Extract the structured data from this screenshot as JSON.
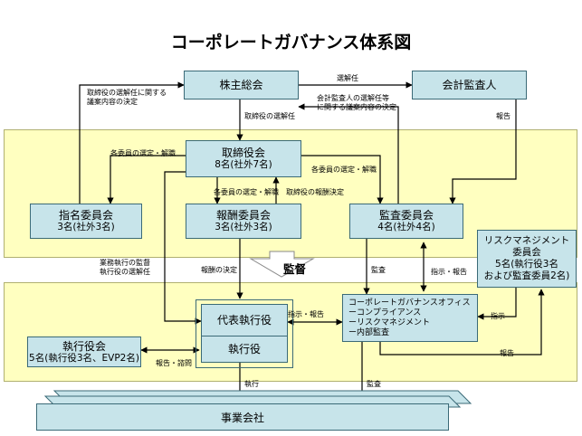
{
  "title": "コーポレートガバナンス体系図",
  "boxes": {
    "shareholders": "株主総会",
    "auditor": "会計監査人",
    "board": {
      "name": "取締役会",
      "detail": "8名(社外7名)"
    },
    "nomination": {
      "name": "指名委員会",
      "detail": "3名(社外3名)"
    },
    "compensation": {
      "name": "報酬委員会",
      "detail": "3名(社外3名)"
    },
    "audit": {
      "name": "監査委員会",
      "detail": "4名(社外4名)"
    },
    "risk": {
      "name1": "リスクマネジメント",
      "name2": "委員会",
      "detail1": "5名(執行役3名",
      "detail2": "および監査委員2名)"
    },
    "ceo": "代表執行役",
    "officers": "執行役",
    "exec_committee": {
      "name": "執行役会",
      "detail": "5名(執行役3名、EVP2名)"
    },
    "office": {
      "name": "コーポレートガバナンスオフィス",
      "items": [
        "ーコンプライアンス",
        "ーリスクマネジメント",
        "ー内部監査"
      ]
    },
    "business": "事業会社"
  },
  "labels": {
    "director_election_proposal1": "取締役の選解任に関する",
    "director_election_proposal2": "議案内容の決定",
    "auditor_appointment": "選解任",
    "auditor_proposal1": "会計監査人の選解任等",
    "auditor_proposal2": "に関する議案内容の決定",
    "director_election": "取締役の選解任",
    "report_top": "報告",
    "member_select_left": "各委員の選定・解職",
    "member_select_right": "各委員の選定・解職",
    "member_select_mid": "各委員の選定・解職",
    "compensation_decision": "取締役の報酬決定",
    "supervision1": "業務執行の監督",
    "supervision2": "執行役の選解任",
    "comp_decision2": "報酬の決定",
    "kantoku": "監督",
    "audit_label": "監査",
    "instruct_report_right": "指示・報告",
    "instruct_report_mid": "指示・報告",
    "instruct": "指示",
    "report_right": "報告",
    "report_consult": "報告・諮問",
    "execution": "執行",
    "audit_bottom": "監査"
  }
}
